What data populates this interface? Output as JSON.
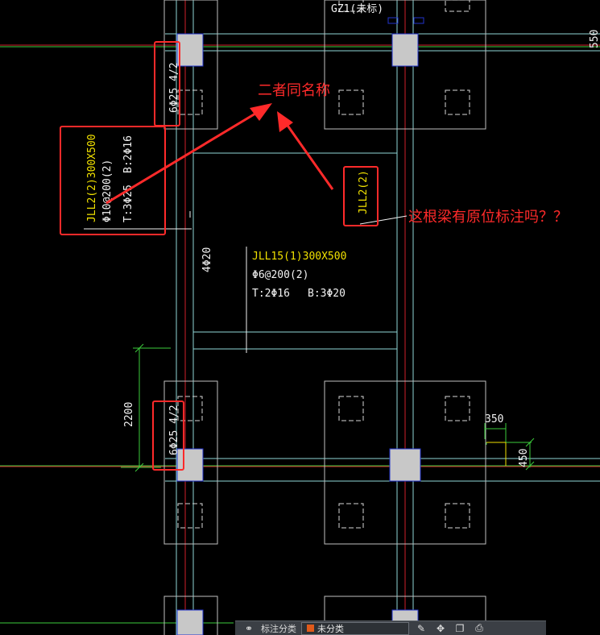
{
  "beam_jll2": {
    "name": "JLL2(2)300X500",
    "stirrup": "Φ10@200(2)",
    "top": "T:3Φ25",
    "bottom": "B:2Φ16"
  },
  "beam_jll15": {
    "name": "JLL15(1)300X500",
    "stirrup": "Φ6@200(2)",
    "top": "T:2Φ16",
    "bottom": "B:3Φ20"
  },
  "beam_tag_right": "JLL2(2)",
  "rebar_note_top": "6Φ25 4/2",
  "rebar_note_bottom": "6Φ25 4/2",
  "side_rebar": "4Φ20",
  "column_label": "GZ1(未标)",
  "dims": {
    "d2200": "2200",
    "d350": "350",
    "d450": "450",
    "d550": "550"
  },
  "annotations": {
    "same_name": "二者同名称",
    "question": "这根梁有原位标注吗？？"
  },
  "toolbar": {
    "layer_label": "标注分类",
    "current_value": "未分类"
  },
  "colors": {
    "annotation_red": "#ff2a2a",
    "cad_yellow": "#f0e000",
    "grid_cyan": "#8fd6d6",
    "grid_green": "#3ccd3c",
    "axis_red": "#d01f2a",
    "column_fill": "#c8c8c8",
    "column_edge": "#2233cc"
  }
}
